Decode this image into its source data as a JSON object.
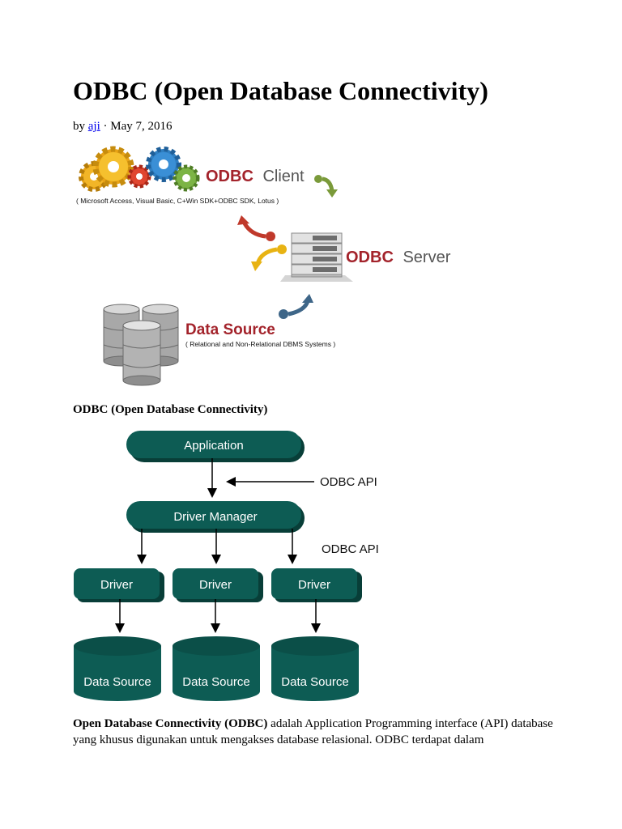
{
  "article": {
    "title": "ODBC (Open Database Connectivity)",
    "byline_prefix": "by",
    "author": "aji",
    "separator": "·",
    "date": "May 7, 2016"
  },
  "figure1": {
    "client_label_red": "ODBC",
    "client_label_gray": "Client",
    "client_sub": "( Microsoft Access, Visual Basic, C+Win SDK+ODBC SDK,  Lotus )",
    "server_label_red": "ODBC",
    "server_label_gray": "Server",
    "datasource_label": "Data Source",
    "datasource_sub": "( Relational and Non-Relational DBMS Systems )",
    "colors": {
      "brand_red": "#a3232b",
      "gray_text": "#555555",
      "green_arrow": "#7a9a3a",
      "red_arrow": "#c0392b",
      "yellow_arrow": "#e8b313",
      "blue_arrow": "#3e6688"
    }
  },
  "caption": "ODBC (Open Database Connectivity)",
  "figure2": {
    "application": "Application",
    "api_label_1": "ODBC API",
    "driver_manager": "Driver Manager",
    "api_label_2": "ODBC API",
    "drivers": [
      "Driver",
      "Driver",
      "Driver"
    ],
    "data_sources": [
      "Data Source",
      "Data Source",
      "Data Source"
    ],
    "colors": {
      "box_fill": "#0d5c54",
      "shadow": "#083e38"
    }
  },
  "body": {
    "lead_bold": "Open Database Connectivity (ODBC)",
    "text": " adalah Application Programming interface (API) database yang khusus digunakan untuk mengakses database relasional. ODBC terdapat dalam"
  }
}
